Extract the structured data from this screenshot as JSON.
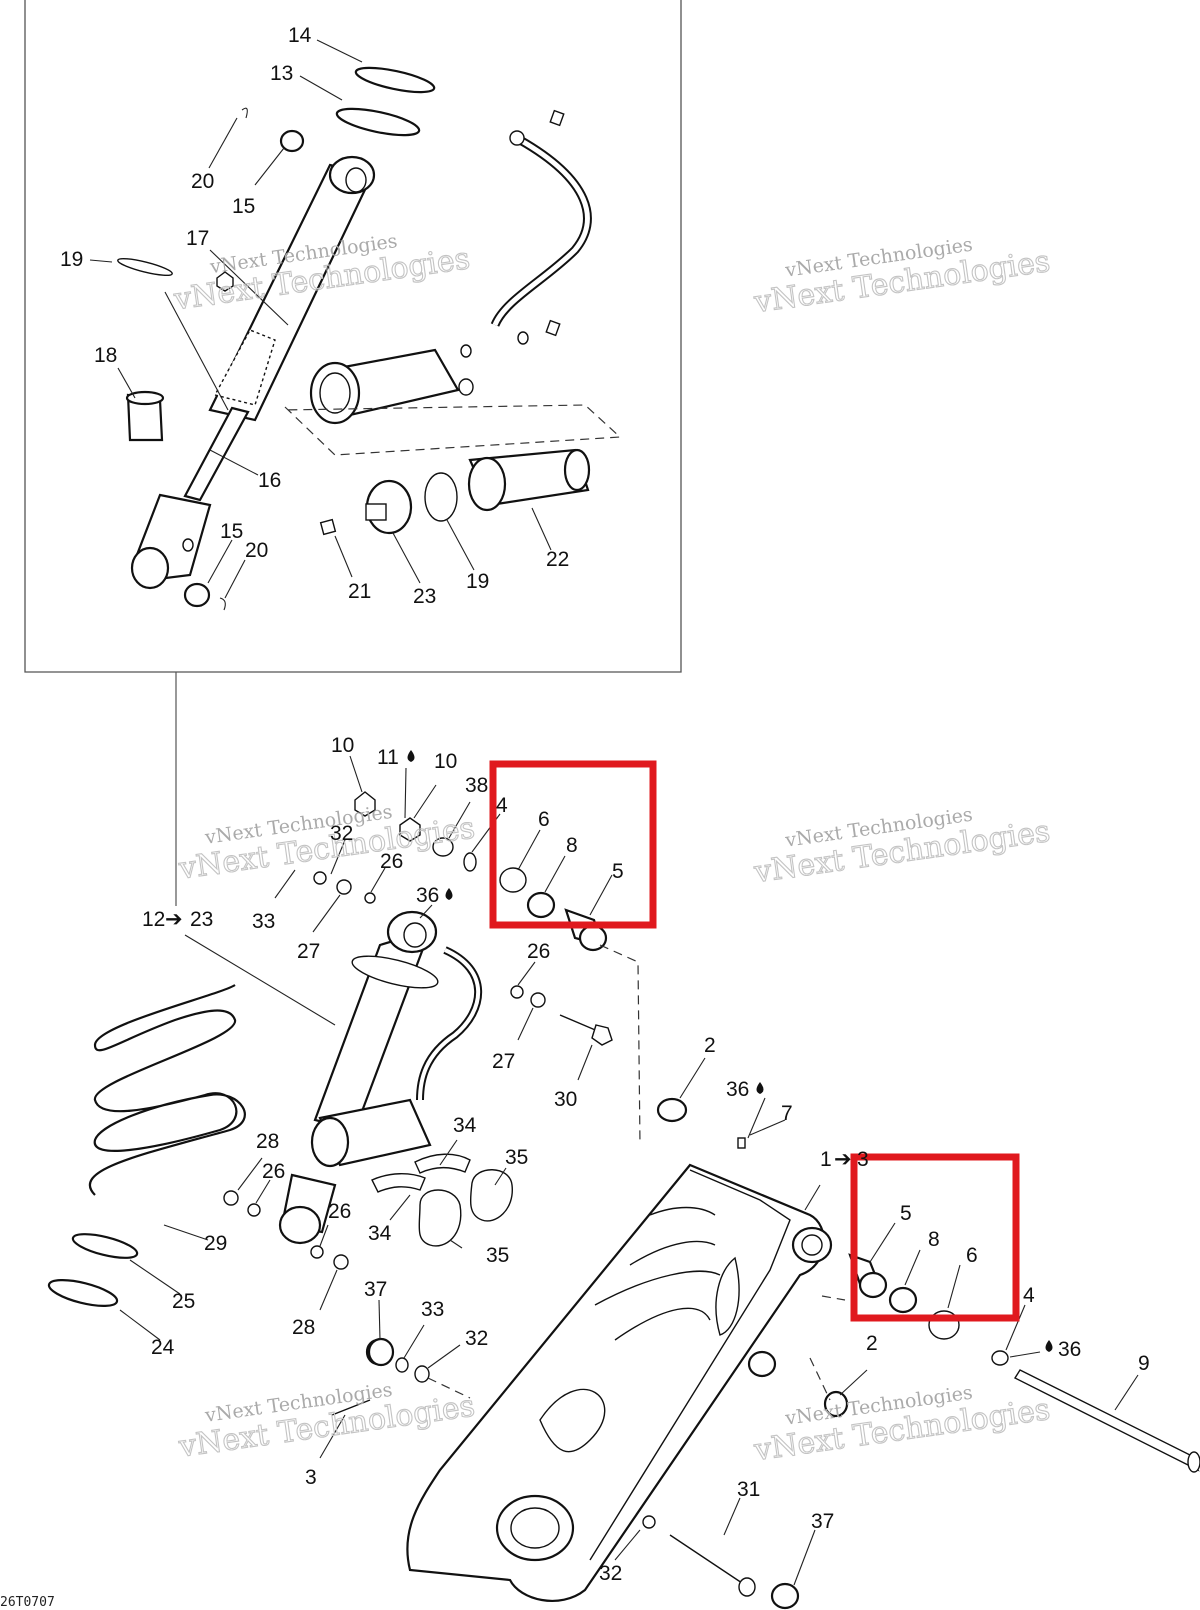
{
  "reference_code": "26T0707",
  "watermark": {
    "line1": "vNext Technologies",
    "line2": "vNext Technologies"
  },
  "highlight_color": "#e0191e",
  "callouts": [
    {
      "id": "c14",
      "label": "14"
    },
    {
      "id": "c13",
      "label": "13"
    },
    {
      "id": "c20a",
      "label": "20"
    },
    {
      "id": "c15a",
      "label": "15"
    },
    {
      "id": "c17",
      "label": "17"
    },
    {
      "id": "c19a",
      "label": "19"
    },
    {
      "id": "c18",
      "label": "18"
    },
    {
      "id": "c16",
      "label": "16"
    },
    {
      "id": "c15b",
      "label": "15"
    },
    {
      "id": "c20b",
      "label": "20"
    },
    {
      "id": "c21",
      "label": "21"
    },
    {
      "id": "c23",
      "label": "23"
    },
    {
      "id": "c19b",
      "label": "19"
    },
    {
      "id": "c22",
      "label": "22"
    },
    {
      "id": "c10a",
      "label": "10"
    },
    {
      "id": "c11",
      "label": "11"
    },
    {
      "id": "c10b",
      "label": "10"
    },
    {
      "id": "c38",
      "label": "38"
    },
    {
      "id": "c4a",
      "label": "4"
    },
    {
      "id": "c6a",
      "label": "6"
    },
    {
      "id": "c8a",
      "label": "8"
    },
    {
      "id": "c5a",
      "label": "5"
    },
    {
      "id": "c32a",
      "label": "32"
    },
    {
      "id": "c26a",
      "label": "26"
    },
    {
      "id": "c36a",
      "label": "36"
    },
    {
      "id": "c33a",
      "label": "33"
    },
    {
      "id": "c27a",
      "label": "27"
    },
    {
      "id": "c12",
      "label": "12"
    },
    {
      "id": "c26b",
      "label": "26"
    },
    {
      "id": "c27b",
      "label": "27"
    },
    {
      "id": "c30",
      "label": "30"
    },
    {
      "id": "c2a",
      "label": "2"
    },
    {
      "id": "c36b",
      "label": "36"
    },
    {
      "id": "c7",
      "label": "7"
    },
    {
      "id": "c1",
      "label": "1"
    },
    {
      "id": "c28a",
      "label": "28"
    },
    {
      "id": "c26c",
      "label": "26"
    },
    {
      "id": "c34a",
      "label": "34"
    },
    {
      "id": "c35a",
      "label": "35"
    },
    {
      "id": "c26d",
      "label": "26"
    },
    {
      "id": "c34b",
      "label": "34"
    },
    {
      "id": "c35b",
      "label": "35"
    },
    {
      "id": "c29",
      "label": "29"
    },
    {
      "id": "c25",
      "label": "25"
    },
    {
      "id": "c24",
      "label": "24"
    },
    {
      "id": "c28b",
      "label": "28"
    },
    {
      "id": "c37a",
      "label": "37"
    },
    {
      "id": "c33b",
      "label": "33"
    },
    {
      "id": "c32b",
      "label": "32"
    },
    {
      "id": "c3",
      "label": "3"
    },
    {
      "id": "c5b",
      "label": "5"
    },
    {
      "id": "c8b",
      "label": "8"
    },
    {
      "id": "c6b",
      "label": "6"
    },
    {
      "id": "c4b",
      "label": "4"
    },
    {
      "id": "c36c",
      "label": "36"
    },
    {
      "id": "c2b",
      "label": "2"
    },
    {
      "id": "c9",
      "label": "9"
    },
    {
      "id": "c31",
      "label": "31"
    },
    {
      "id": "c37b",
      "label": "37"
    },
    {
      "id": "c32c",
      "label": "32"
    }
  ],
  "range_labels": [
    {
      "id": "r12",
      "to": "23"
    },
    {
      "id": "r1",
      "to": "3"
    }
  ]
}
